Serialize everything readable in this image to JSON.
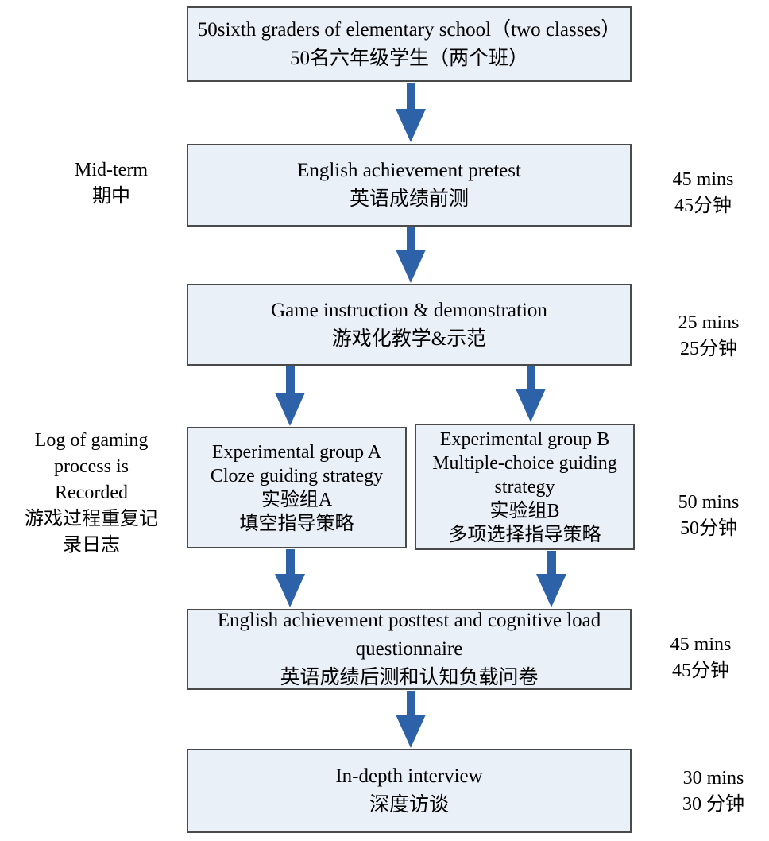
{
  "colors": {
    "box_fill": "#eaf0f8",
    "box_border": "#4a4a4a",
    "arrow": "#2e62a8",
    "text": "#000000",
    "background": "#ffffff"
  },
  "flowchart": {
    "boxes": {
      "participants": {
        "lines": [
          "50sixth graders of elementary school（two classes）",
          "50名六年级学生（两个班）"
        ]
      },
      "pretest": {
        "lines": [
          "English achievement pretest",
          "英语成绩前测"
        ]
      },
      "instruction": {
        "lines": [
          "Game instruction & demonstration",
          "游戏化教学&示范"
        ]
      },
      "group_a": {
        "lines": [
          "Experimental group A",
          "Cloze guiding strategy",
          "实验组A",
          "填空指导策略"
        ]
      },
      "group_b": {
        "lines": [
          "Experimental group B",
          "Multiple-choice guiding",
          "strategy",
          "实验组B",
          "多项选择指导策略"
        ]
      },
      "posttest": {
        "lines": [
          "English achievement posttest and cognitive load",
          "questionnaire",
          "英语成绩后测和认知负载问卷"
        ]
      },
      "interview": {
        "lines": [
          "In-depth interview",
          "深度访谈"
        ]
      }
    },
    "annotations": {
      "mid_term": {
        "lines": [
          "Mid-term",
          "期中"
        ]
      },
      "log_note": {
        "lines": [
          "Log of gaming",
          "process is",
          "Recorded",
          "游戏过程重复记",
          "录日志"
        ]
      },
      "duration_pretest": {
        "lines": [
          "45 mins",
          "45分钟"
        ]
      },
      "duration_instruction": {
        "lines": [
          "25 mins",
          "25分钟"
        ]
      },
      "duration_groups": {
        "lines": [
          "50 mins",
          "50分钟"
        ]
      },
      "duration_posttest": {
        "lines": [
          "45 mins",
          "45分钟"
        ]
      },
      "duration_interview": {
        "lines": [
          "30 mins",
          "30 分钟"
        ]
      }
    }
  }
}
